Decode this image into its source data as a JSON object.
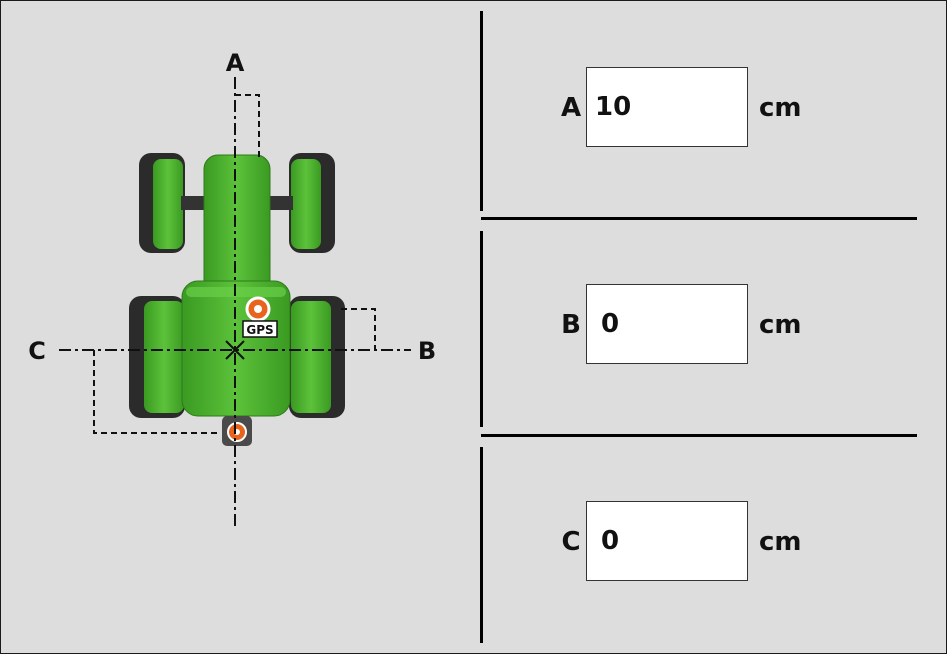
{
  "diagram": {
    "axis_labels": {
      "a": "A",
      "b": "B",
      "c": "C"
    },
    "gps_label": "GPS",
    "colors": {
      "body": "#4fb233",
      "body_dark": "#3b8f25",
      "tire": "#2f2f2f",
      "marker": "#e8641e"
    }
  },
  "fields": [
    {
      "letter": "A",
      "value": "10",
      "unit": "cm"
    },
    {
      "letter": "B",
      "value": "0",
      "unit": "cm"
    },
    {
      "letter": "C",
      "value": "0",
      "unit": "cm"
    }
  ]
}
